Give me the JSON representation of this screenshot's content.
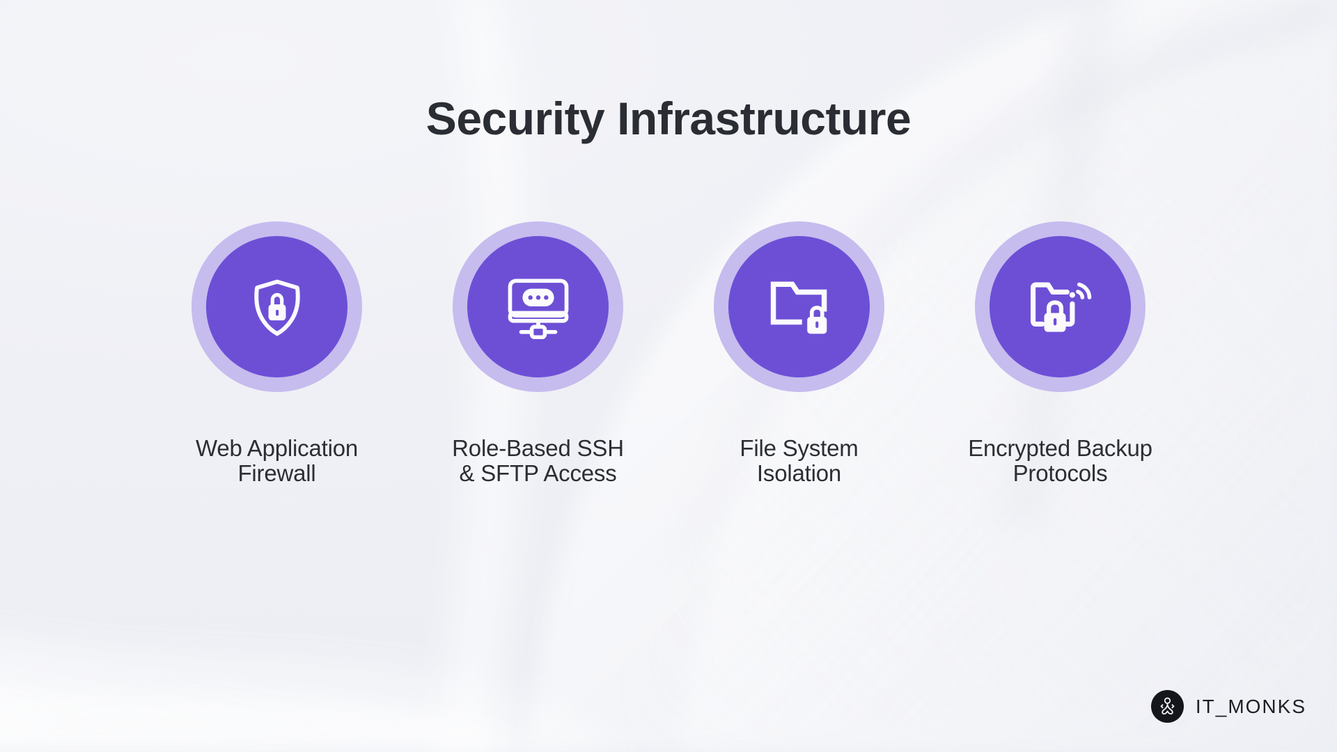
{
  "page": {
    "title": "Security Infrastructure",
    "background_color": "#f1f2f6",
    "title_color": "#2a2d33"
  },
  "theme": {
    "ring_color": "#c6bcee",
    "disc_color": "#6d4fd6",
    "icon_color": "#fbfbfd",
    "label_color": "#2b2e34",
    "logo_mark_color": "#15151c"
  },
  "features": [
    {
      "id": "web-application-firewall",
      "label": "Web Application\nFirewall",
      "icon": "shield-lock-icon"
    },
    {
      "id": "role-based-ssh-sftp-access",
      "label": "Role-Based SSH\n& SFTP Access",
      "icon": "monitor-password-network-icon"
    },
    {
      "id": "file-system-isolation",
      "label": "File System\nIsolation",
      "icon": "folder-lock-icon"
    },
    {
      "id": "encrypted-backup-protocols",
      "label": "Encrypted Backup\nProtocols",
      "icon": "folder-lock-wireless-icon"
    }
  ],
  "logo": {
    "text": "IT_MONKS",
    "mark": "meditating-monk-icon"
  }
}
